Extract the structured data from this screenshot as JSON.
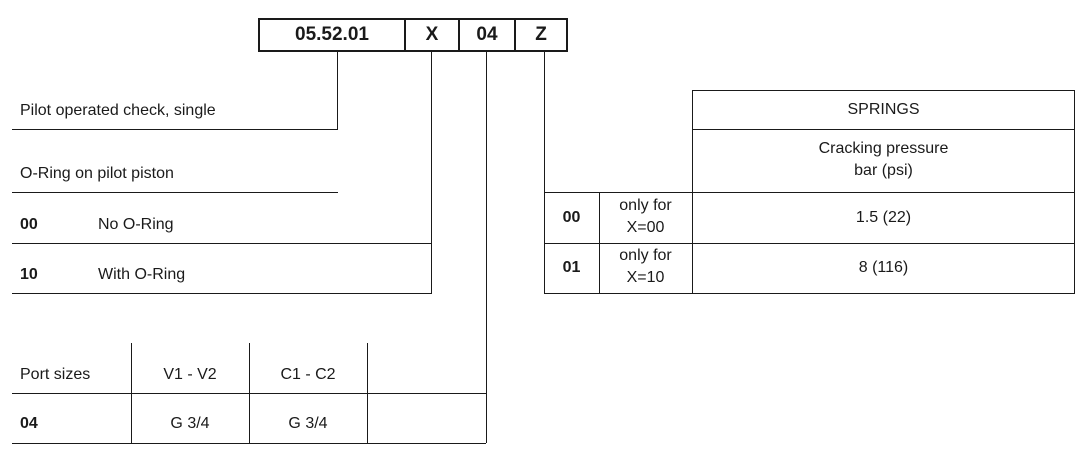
{
  "code_boxes": [
    "05.52.01",
    "X",
    "04",
    "Z"
  ],
  "function_label": "Pilot operated check, single",
  "oring": {
    "heading": "O-Ring on pilot piston",
    "options": [
      {
        "code": "00",
        "label": "No O-Ring"
      },
      {
        "code": "10",
        "label": "With O-Ring"
      }
    ]
  },
  "ports": {
    "headers": [
      "Port sizes",
      "V1 - V2",
      "C1 - C2"
    ],
    "rows": [
      {
        "code": "04",
        "v1_v2": "G 3/4",
        "c1_c2": "G 3/4"
      }
    ]
  },
  "springs": {
    "title": "SPRINGS",
    "subheader_line1": "Cracking pressure",
    "subheader_line2": "bar (psi)",
    "rows": [
      {
        "code": "00",
        "cond_line1": "only for",
        "cond_line2": "X=00",
        "value": "1.5 (22)"
      },
      {
        "code": "01",
        "cond_line1": "only for",
        "cond_line2": "X=10",
        "value": "8 (116)"
      }
    ]
  }
}
